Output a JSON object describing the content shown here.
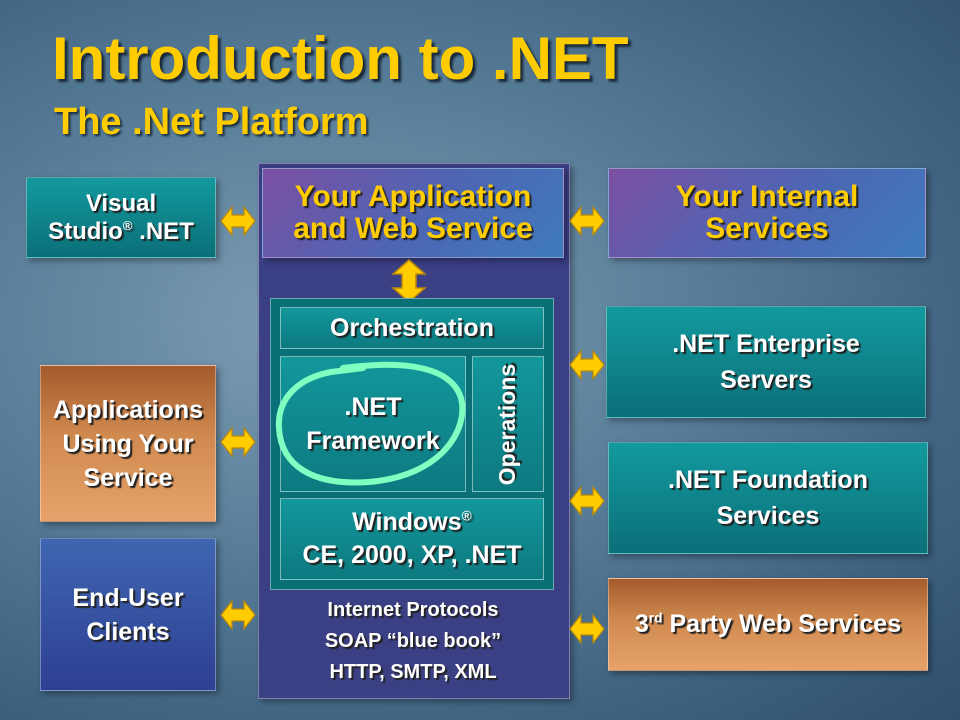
{
  "title": "Introduction to .NET",
  "subtitle": "The .Net Platform",
  "left": {
    "visual_studio": {
      "line1": "Visual",
      "line2_pre": "Studio",
      "registered": "®",
      "line2_post": " .NET"
    },
    "applications": {
      "line1": "Applications",
      "line2": "Using Your",
      "line3": "Service"
    },
    "end_user": {
      "line1": "End-User",
      "line2": "Clients"
    }
  },
  "center": {
    "your_application": {
      "line1": "Your Application",
      "line2": "and Web Service"
    },
    "orchestration": "Orchestration",
    "framework": {
      "line1": ".NET",
      "line2": "Framework"
    },
    "operations": "Operations",
    "windows": {
      "line1": "Windows",
      "registered": "®",
      "line2": "CE, 2000, XP, .NET"
    },
    "protocols": {
      "line1": "Internet Protocols",
      "line2": "SOAP “blue book”",
      "line3": "HTTP, SMTP, XML"
    }
  },
  "right": {
    "internal": {
      "line1": "Your Internal",
      "line2": "Services"
    },
    "enterprise": {
      "line1": ".NET Enterprise",
      "line2": "Servers"
    },
    "foundation": {
      "line1": ".NET Foundation",
      "line2": "Services"
    },
    "third_party": {
      "num": "3",
      "sup": "rd",
      "rest": " Party Web Services"
    }
  },
  "colors": {
    "title": "#ffcc00",
    "teal": "#0b6f78",
    "orange": "#d08a4f",
    "panel": "#3b3f84",
    "arrow": "#ffcc00",
    "highlight_circle": "#7fffc0"
  }
}
